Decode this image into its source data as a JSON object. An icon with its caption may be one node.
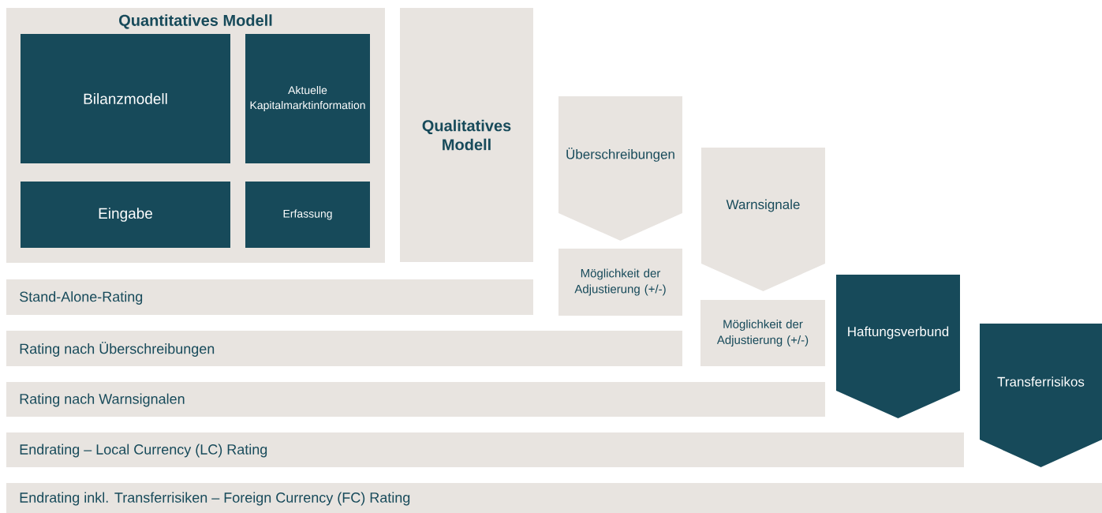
{
  "diagram": {
    "nodes": [
      {
        "text": [
          "Quantitatives Modell"
        ]
      },
      {
        "text": [
          "Bilanzmodell"
        ],
        "in": 0
      },
      {
        "text": [
          "Aktuelle Kapitalmarktinformation"
        ],
        "in": 0
      },
      {
        "text": [
          "Eingabe"
        ],
        "in": 0
      },
      {
        "text": [
          "Erfassung"
        ],
        "in": 0
      },
      {
        "text": [
          "Qualitatives Modell"
        ]
      },
      {
        "text": [
          "Überschreibungen"
        ]
      },
      {
        "text": [
          "Möglichkeit der Adjustierung (+/-)"
        ]
      },
      {
        "text": [
          "Warnsignale"
        ]
      },
      {
        "text": [
          "Möglichkeit der Adjustierung (+/-)"
        ]
      },
      {
        "text": [
          "Haftungsverbund"
        ]
      },
      {
        "text": [
          "Transferrisikos"
        ]
      },
      {
        "text": [
          "Stand-Alone-Rating"
        ]
      },
      {
        "text": [
          "Rating nach Überschreibungen"
        ]
      },
      {
        "text": [
          "Rating nach Warnsignalen"
        ]
      },
      {
        "text": [
          "Endrating – Local Currency (LC) Rating"
        ]
      },
      {
        "text": [
          "Endrating inkl. Transferrisiken – Foreign Currency (FC) Rating"
        ]
      }
    ]
  }
}
